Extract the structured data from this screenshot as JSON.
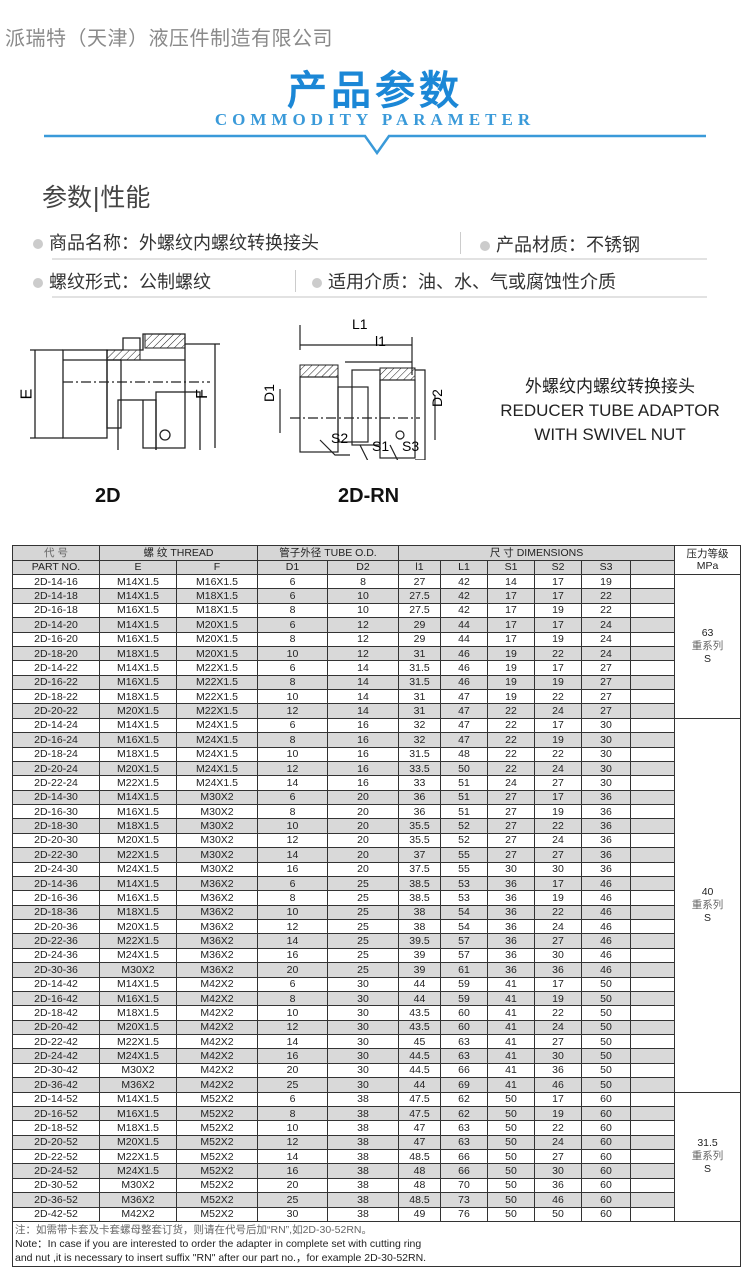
{
  "company": "派瑞特（天津）液压件制造有限公司",
  "title": "产品参数",
  "subtitle": "COMMODITY PARAMETER",
  "section_title": "参数|性能",
  "specs": [
    {
      "label": "商品名称：外螺纹内螺纹转换接头"
    },
    {
      "label": "产品材质：不锈钢"
    },
    {
      "label": "螺纹形式：公制螺纹"
    },
    {
      "label": "适用介质：油、水、气或腐蚀性介质"
    }
  ],
  "diagram": {
    "labels_2d": {
      "e": "E",
      "f": "F"
    },
    "labels_rn": {
      "L1": "L1",
      "l1": "l1",
      "D1": "D1",
      "D2": "D2",
      "S1": "S1",
      "S2": "S2",
      "S3": "S3"
    },
    "name_2d": "2D",
    "name_rn": "2D-RN",
    "desc_cn": "外螺纹内螺纹转换接头",
    "desc_en1": "REDUCER TUBE ADAPTOR",
    "desc_en2": "WITH SWIVEL NUT"
  },
  "table": {
    "head1": {
      "code": "代  号",
      "thread": "螺  纹   THREAD",
      "tube": "管子外径 TUBE O.D.",
      "dim": "尺  寸    DIMENSIONS",
      "pressure": "压力等级"
    },
    "head2": [
      "PART NO.",
      "E",
      "F",
      "D1",
      "D2",
      "l1",
      "L1",
      "S1",
      "S2",
      "S3",
      "",
      "MPa"
    ],
    "groups": [
      {
        "pressure": "63",
        "series": "重系列",
        "class": "S",
        "rows": [
          [
            "2D-14-16",
            "M14X1.5",
            "M16X1.5",
            "6",
            "8",
            "27",
            "42",
            "14",
            "17",
            "19"
          ],
          [
            "2D-14-18",
            "M14X1.5",
            "M18X1.5",
            "6",
            "10",
            "27.5",
            "42",
            "17",
            "17",
            "22"
          ],
          [
            "2D-16-18",
            "M16X1.5",
            "M18X1.5",
            "8",
            "10",
            "27.5",
            "42",
            "17",
            "19",
            "22"
          ],
          [
            "2D-14-20",
            "M14X1.5",
            "M20X1.5",
            "6",
            "12",
            "29",
            "44",
            "17",
            "17",
            "24"
          ],
          [
            "2D-16-20",
            "M16X1.5",
            "M20X1.5",
            "8",
            "12",
            "29",
            "44",
            "17",
            "19",
            "24"
          ],
          [
            "2D-18-20",
            "M18X1.5",
            "M20X1.5",
            "10",
            "12",
            "31",
            "46",
            "19",
            "22",
            "24"
          ],
          [
            "2D-14-22",
            "M14X1.5",
            "M22X1.5",
            "6",
            "14",
            "31.5",
            "46",
            "19",
            "17",
            "27"
          ],
          [
            "2D-16-22",
            "M16X1.5",
            "M22X1.5",
            "8",
            "14",
            "31.5",
            "46",
            "19",
            "19",
            "27"
          ],
          [
            "2D-18-22",
            "M18X1.5",
            "M22X1.5",
            "10",
            "14",
            "31",
            "47",
            "19",
            "22",
            "27"
          ],
          [
            "2D-20-22",
            "M20X1.5",
            "M22X1.5",
            "12",
            "14",
            "31",
            "47",
            "22",
            "24",
            "27"
          ]
        ]
      },
      {
        "pressure": "40",
        "series": "重系列",
        "class": "S",
        "rows": [
          [
            "2D-14-24",
            "M14X1.5",
            "M24X1.5",
            "6",
            "16",
            "32",
            "47",
            "22",
            "17",
            "30"
          ],
          [
            "2D-16-24",
            "M16X1.5",
            "M24X1.5",
            "8",
            "16",
            "32",
            "47",
            "22",
            "19",
            "30"
          ],
          [
            "2D-18-24",
            "M18X1.5",
            "M24X1.5",
            "10",
            "16",
            "31.5",
            "48",
            "22",
            "22",
            "30"
          ],
          [
            "2D-20-24",
            "M20X1.5",
            "M24X1.5",
            "12",
            "16",
            "33.5",
            "50",
            "22",
            "24",
            "30"
          ],
          [
            "2D-22-24",
            "M22X1.5",
            "M24X1.5",
            "14",
            "16",
            "33",
            "51",
            "24",
            "27",
            "30"
          ],
          [
            "2D-14-30",
            "M14X1.5",
            "M30X2",
            "6",
            "20",
            "36",
            "51",
            "27",
            "17",
            "36"
          ],
          [
            "2D-16-30",
            "M16X1.5",
            "M30X2",
            "8",
            "20",
            "36",
            "51",
            "27",
            "19",
            "36"
          ],
          [
            "2D-18-30",
            "M18X1.5",
            "M30X2",
            "10",
            "20",
            "35.5",
            "52",
            "27",
            "22",
            "36"
          ],
          [
            "2D-20-30",
            "M20X1.5",
            "M30X2",
            "12",
            "20",
            "35.5",
            "52",
            "27",
            "24",
            "36"
          ],
          [
            "2D-22-30",
            "M22X1.5",
            "M30X2",
            "14",
            "20",
            "37",
            "55",
            "27",
            "27",
            "36"
          ],
          [
            "2D-24-30",
            "M24X1.5",
            "M30X2",
            "16",
            "20",
            "37.5",
            "55",
            "30",
            "30",
            "36"
          ],
          [
            "2D-14-36",
            "M14X1.5",
            "M36X2",
            "6",
            "25",
            "38.5",
            "53",
            "36",
            "17",
            "46"
          ],
          [
            "2D-16-36",
            "M16X1.5",
            "M36X2",
            "8",
            "25",
            "38.5",
            "53",
            "36",
            "19",
            "46"
          ],
          [
            "2D-18-36",
            "M18X1.5",
            "M36X2",
            "10",
            "25",
            "38",
            "54",
            "36",
            "22",
            "46"
          ],
          [
            "2D-20-36",
            "M20X1.5",
            "M36X2",
            "12",
            "25",
            "38",
            "54",
            "36",
            "24",
            "46"
          ],
          [
            "2D-22-36",
            "M22X1.5",
            "M36X2",
            "14",
            "25",
            "39.5",
            "57",
            "36",
            "27",
            "46"
          ],
          [
            "2D-24-36",
            "M24X1.5",
            "M36X2",
            "16",
            "25",
            "39",
            "57",
            "36",
            "30",
            "46"
          ],
          [
            "2D-30-36",
            "M30X2",
            "M36X2",
            "20",
            "25",
            "39",
            "61",
            "36",
            "36",
            "46"
          ],
          [
            "2D-14-42",
            "M14X1.5",
            "M42X2",
            "6",
            "30",
            "44",
            "59",
            "41",
            "17",
            "50"
          ],
          [
            "2D-16-42",
            "M16X1.5",
            "M42X2",
            "8",
            "30",
            "44",
            "59",
            "41",
            "19",
            "50"
          ],
          [
            "2D-18-42",
            "M18X1.5",
            "M42X2",
            "10",
            "30",
            "43.5",
            "60",
            "41",
            "22",
            "50"
          ],
          [
            "2D-20-42",
            "M20X1.5",
            "M42X2",
            "12",
            "30",
            "43.5",
            "60",
            "41",
            "24",
            "50"
          ],
          [
            "2D-22-42",
            "M22X1.5",
            "M42X2",
            "14",
            "30",
            "45",
            "63",
            "41",
            "27",
            "50"
          ],
          [
            "2D-24-42",
            "M24X1.5",
            "M42X2",
            "16",
            "30",
            "44.5",
            "63",
            "41",
            "30",
            "50"
          ],
          [
            "2D-30-42",
            "M30X2",
            "M42X2",
            "20",
            "30",
            "44.5",
            "66",
            "41",
            "36",
            "50"
          ],
          [
            "2D-36-42",
            "M36X2",
            "M42X2",
            "25",
            "30",
            "44",
            "69",
            "41",
            "46",
            "50"
          ]
        ]
      },
      {
        "pressure": "31.5",
        "series": "重系列",
        "class": "S",
        "rows": [
          [
            "2D-14-52",
            "M14X1.5",
            "M52X2",
            "6",
            "38",
            "47.5",
            "62",
            "50",
            "17",
            "60"
          ],
          [
            "2D-16-52",
            "M16X1.5",
            "M52X2",
            "8",
            "38",
            "47.5",
            "62",
            "50",
            "19",
            "60"
          ],
          [
            "2D-18-52",
            "M18X1.5",
            "M52X2",
            "10",
            "38",
            "47",
            "63",
            "50",
            "22",
            "60"
          ],
          [
            "2D-20-52",
            "M20X1.5",
            "M52X2",
            "12",
            "38",
            "47",
            "63",
            "50",
            "24",
            "60"
          ],
          [
            "2D-22-52",
            "M22X1.5",
            "M52X2",
            "14",
            "38",
            "48.5",
            "66",
            "50",
            "27",
            "60"
          ],
          [
            "2D-24-52",
            "M24X1.5",
            "M52X2",
            "16",
            "38",
            "48",
            "66",
            "50",
            "30",
            "60"
          ],
          [
            "2D-30-52",
            "M30X2",
            "M52X2",
            "20",
            "38",
            "48",
            "70",
            "50",
            "36",
            "60"
          ],
          [
            "2D-36-52",
            "M36X2",
            "M52X2",
            "25",
            "38",
            "48.5",
            "73",
            "50",
            "46",
            "60"
          ],
          [
            "2D-42-52",
            "M42X2",
            "M52X2",
            "30",
            "38",
            "49",
            "76",
            "50",
            "50",
            "60"
          ]
        ]
      }
    ],
    "note_cn": "注：如需带卡套及卡套螺母整套订货，则请在代号后加“RN”,如2D-30-52RN。",
    "note_en1": "Note：In case if you are interested to order the adapter in complete set with cutting ring",
    "note_en2": "and nut ,it is necessary to insert suffix \"RN\" after our part no.，for example 2D-30-52RN."
  }
}
